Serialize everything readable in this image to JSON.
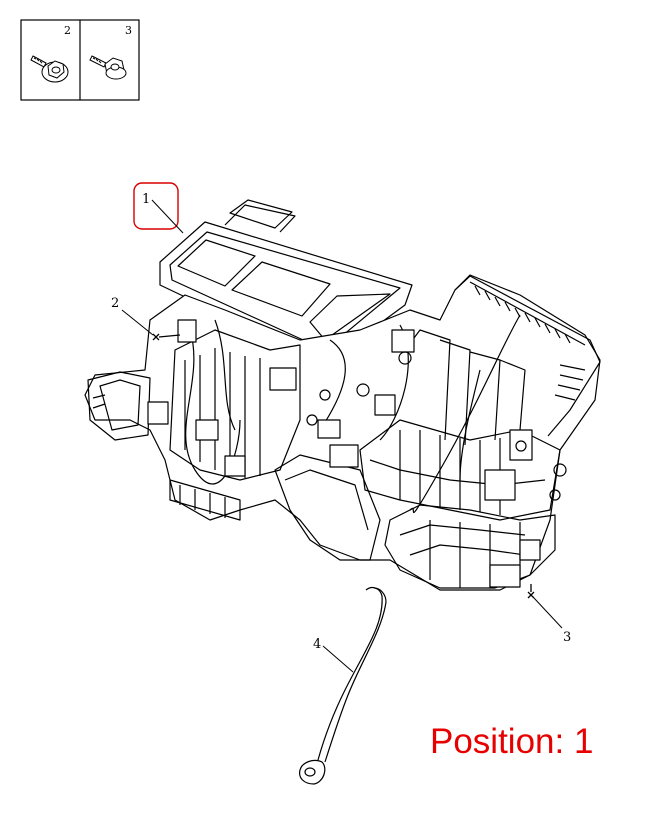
{
  "legend": {
    "cells": [
      {
        "number": "2",
        "icon": "bolt-with-washer-icon"
      },
      {
        "number": "3",
        "icon": "flange-bolt-icon"
      }
    ]
  },
  "callouts": {
    "c1": "1",
    "c2": "2",
    "c3": "3",
    "c4": "4"
  },
  "highlighted_callout": "1",
  "position_label": "Position: 1",
  "colors": {
    "ink": "#000000",
    "highlight": "#d90000",
    "position_text": "#e60000"
  }
}
